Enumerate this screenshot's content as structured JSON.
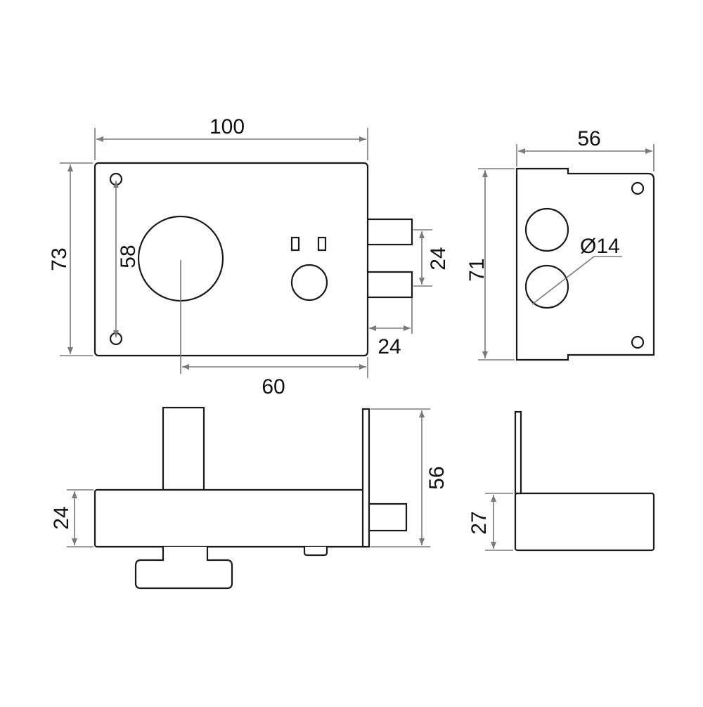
{
  "drawing": {
    "front_view": {
      "width": "100",
      "height": "73",
      "hole_spacing": "58",
      "cylinder_offset": "60",
      "bolt_spacing": "24",
      "bolt_projection": "24"
    },
    "side_view": {
      "width": "56",
      "height": "71",
      "hole_diameter": "Ø14"
    },
    "bottom_view": {
      "depth": "24",
      "total_height": "56"
    },
    "end_view": {
      "depth": "27"
    }
  }
}
